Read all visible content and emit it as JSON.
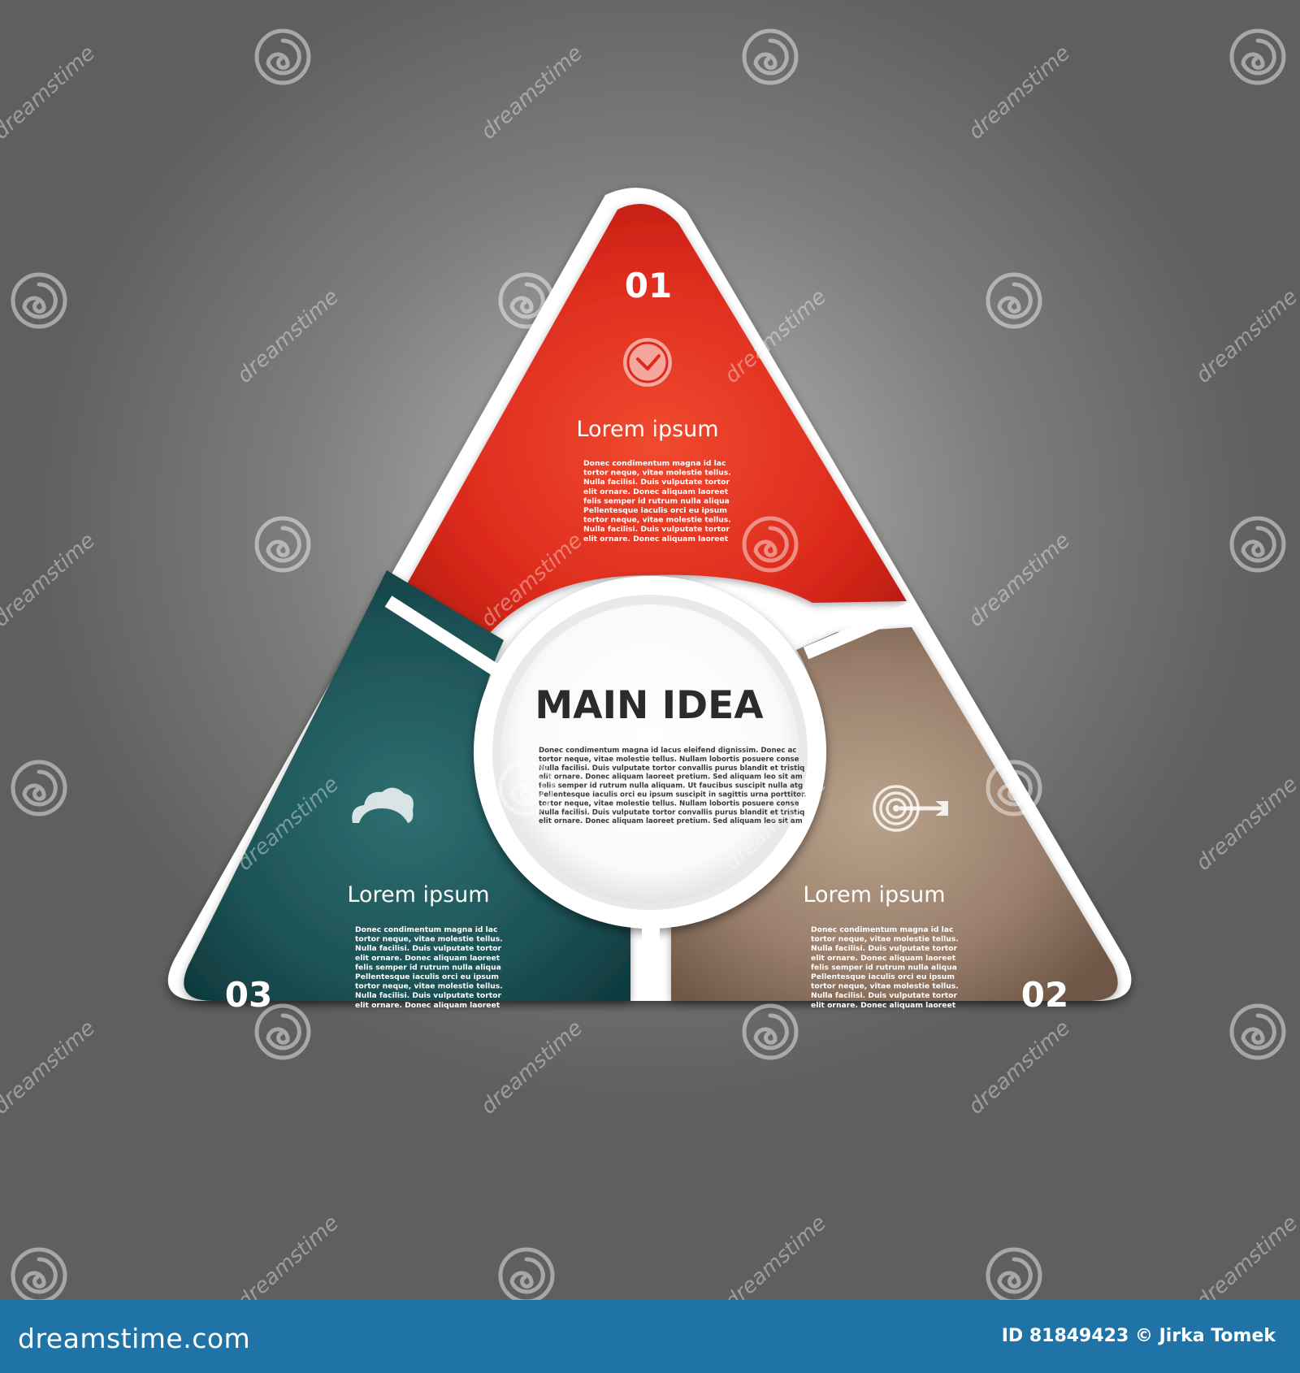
{
  "center": {
    "title": "MAIN IDEA",
    "body_lines": [
      "Donec condimentum magna id lacus eleifend dignissim. Donec ac",
      "tortor neque, vitae molestie tellus. Nullam lobortis posuere  conse",
      "Nulla facilisi. Duis vulputate tortor convallis purus blandit et tristiq",
      "elit ornare. Donec aliquam laoreet pretium. Sed aliquam leo sit am",
      "felis semper id rutrum nulla aliquam. Ut faucibus suscipit nulla atg",
      "Pellentesque iaculis orci eu ipsum suscipit in sagittis urna porttitor.",
      "tortor neque, vitae molestie tellus. Nullam lobortis posuere  conse",
      "Nulla facilisi. Duis vulputate tortor convallis purus blandit et tristiq",
      "elit ornare. Donec aliquam laoreet pretium. Sed aliquam leo sit am"
    ]
  },
  "segments": [
    {
      "number": "01",
      "heading": "Lorem ipsum",
      "icon": "clock-icon",
      "color": "#e42d1f",
      "body_lines": [
        "Donec condimentum magna id lac",
        "tortor neque, vitae molestie tellus.",
        "Nulla facilisi. Duis vulputate tortor",
        "elit ornare. Donec aliquam laoreet",
        "felis semper id rutrum nulla aliqua",
        "Pellentesque iaculis orci eu ipsum",
        "tortor neque, vitae molestie tellus.",
        "Nulla facilisi. Duis vulputate tortor",
        "elit ornare. Donec aliquam laoreet"
      ]
    },
    {
      "number": "02",
      "heading": "Lorem ipsum",
      "icon": "target-icon",
      "color": "#8f7563",
      "body_lines": [
        "Donec condimentum magna id lac",
        "tortor neque, vitae molestie tellus.",
        "Nulla facilisi. Duis vulputate tortor",
        "elit ornare. Donec aliquam laoreet",
        "felis semper id rutrum nulla aliqua",
        "Pellentesque iaculis orci eu ipsum",
        "tortor neque, vitae molestie tellus.",
        "Nulla facilisi. Duis vulputate tortor",
        "elit ornare. Donec aliquam laoreet"
      ]
    },
    {
      "number": "03",
      "heading": "Lorem ipsum",
      "icon": "cloud-icon",
      "color": "#1d5356",
      "body_lines": [
        "Donec condimentum magna id lac",
        "tortor neque, vitae molestie tellus.",
        "Nulla facilisi. Duis vulputate tortor",
        "elit ornare. Donec aliquam laoreet",
        "felis semper id rutrum nulla aliqua",
        "Pellentesque iaculis orci eu ipsum",
        "tortor neque, vitae molestie tellus.",
        "Nulla facilisi. Duis vulputate tortor",
        "elit ornare. Donec aliquam laoreet"
      ]
    }
  ],
  "watermark": {
    "word": "dreamstime",
    "icon": "spiral-logo-icon"
  },
  "footer": {
    "site": "dreamstime.com",
    "credit": "ID 81849423 © Jirka Tomek"
  }
}
